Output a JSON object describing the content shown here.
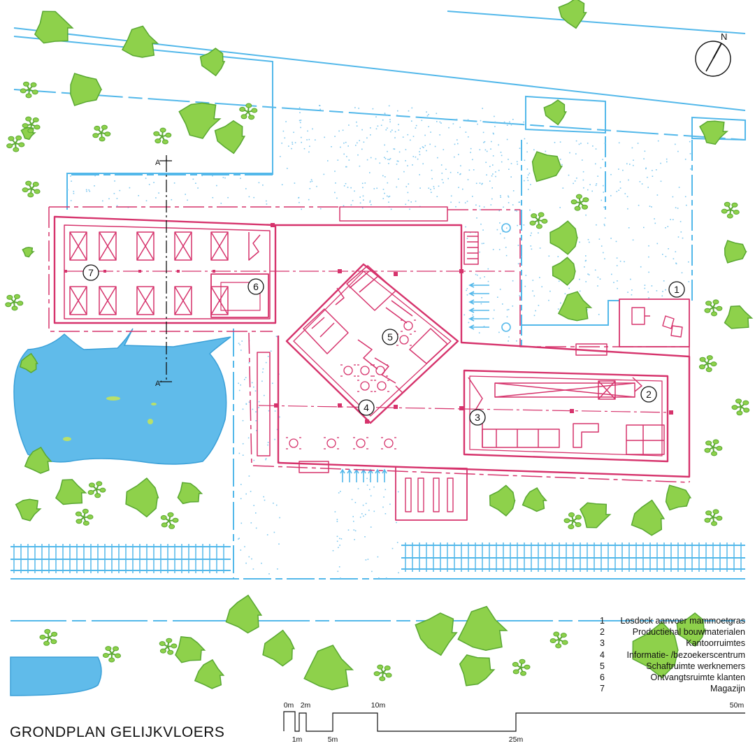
{
  "title": "GRONDPLAN GELIJKVLOERS",
  "north": "N",
  "legend": [
    {
      "num": "1",
      "text": "Losdock aanvoer mammoetgras"
    },
    {
      "num": "2",
      "text": "Productiehal bouwmaterialen"
    },
    {
      "num": "3",
      "text": "Kantoorruimtes"
    },
    {
      "num": "4",
      "text": "Informatie- /bezoekerscentrum"
    },
    {
      "num": "5",
      "text": "Schaftruimte werknemers"
    },
    {
      "num": "6",
      "text": "Ontvangtsruimte klanten"
    },
    {
      "num": "7",
      "text": "Magazijn"
    }
  ],
  "scale": {
    "top_labels": [
      "0m",
      "2m",
      "10m",
      "50m"
    ],
    "bottom_labels": [
      "1m",
      "5m",
      "25m"
    ]
  },
  "section_marks": {
    "top": "A",
    "bottom": "A'"
  },
  "colors": {
    "building": "#d6336c",
    "water": "#53b8ea",
    "greenery": "#8ed14b",
    "greenery_dark": "#5aa832",
    "ink": "#111111"
  }
}
